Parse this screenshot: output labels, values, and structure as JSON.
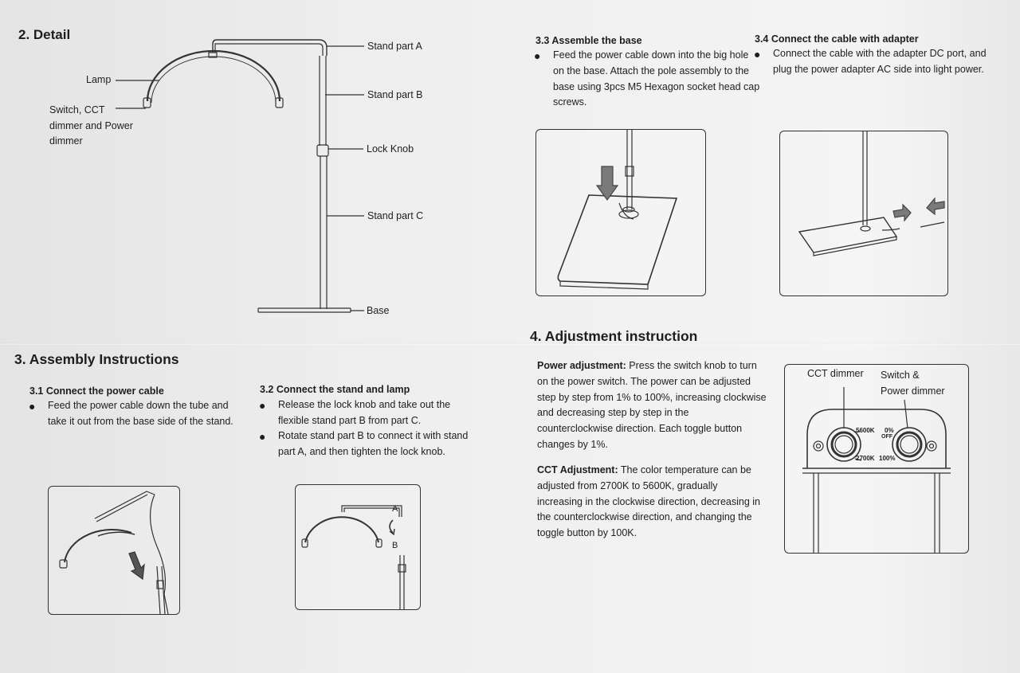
{
  "detail": {
    "title": "2. Detail",
    "labels": {
      "lamp": "Lamp",
      "switch_l1": "Switch, CCT",
      "switch_l2": "dimmer and Power",
      "switch_l3": "dimmer",
      "part_a": "Stand part A",
      "part_b": "Stand part B",
      "lock_knob": "Lock Knob",
      "part_c": "Stand part C",
      "base": "Base"
    }
  },
  "assembly": {
    "title": "3. Assembly Instructions",
    "s31": {
      "heading": "3.1 Connect the power cable",
      "lines": [
        "Feed the power cable down the tube and",
        "take it out from the base side of the stand."
      ]
    },
    "s32": {
      "heading": "3.2 Connect the stand and lamp",
      "b1_lines": [
        "Release the lock knob and take out the",
        "flexible stand part B from part C."
      ],
      "b2_lines": [
        "Rotate stand part B to connect it with stand",
        "part A, and then tighten the lock knob."
      ],
      "fig_a": "A",
      "fig_b": "B"
    },
    "s33": {
      "heading": "3.3  Assemble the base",
      "lines": [
        "Feed the power cable down into the big hole",
        "on the base. Attach the pole assembly to the",
        "base using 3pcs M5 Hexagon socket head cap",
        "screws."
      ]
    },
    "s34": {
      "heading": "3.4 Connect the cable with adapter",
      "lines": [
        "Connect the cable with the adapter DC port, and",
        "plug the power adapter AC side into light power."
      ]
    }
  },
  "adjust": {
    "title": "4. Adjustment instruction",
    "power": {
      "label": "Power adjustment:",
      "first": " Press the switch knob to turn",
      "lines": [
        "on the power switch. The power can be adjusted",
        "step by step from 1% to 100%, increasing clockwise",
        "and decreasing step by step in the",
        "counterclockwise direction. Each toggle button",
        "changes by 1%."
      ]
    },
    "cct": {
      "label": "CCT Adjustment:",
      "first": " The color temperature can be",
      "lines": [
        "adjusted from 2700K to 5600K, gradually",
        "increasing in the clockwise direction, decreasing in",
        "the counterclockwise direction, and changing the",
        "toggle button by 100K."
      ]
    },
    "panel": {
      "cct_dimmer": "CCT dimmer",
      "switch_l1": "Switch &",
      "switch_l2": "Power dimmer",
      "k5600": "5600K",
      "k2700": "2700K",
      "pct0": "0%",
      "off": "OFF",
      "pct100": "100%"
    }
  },
  "bullet": "●",
  "colors": {
    "paper": "#efefef",
    "ink": "#1e1e1e",
    "arrow_gray": "#7a7a7a"
  }
}
